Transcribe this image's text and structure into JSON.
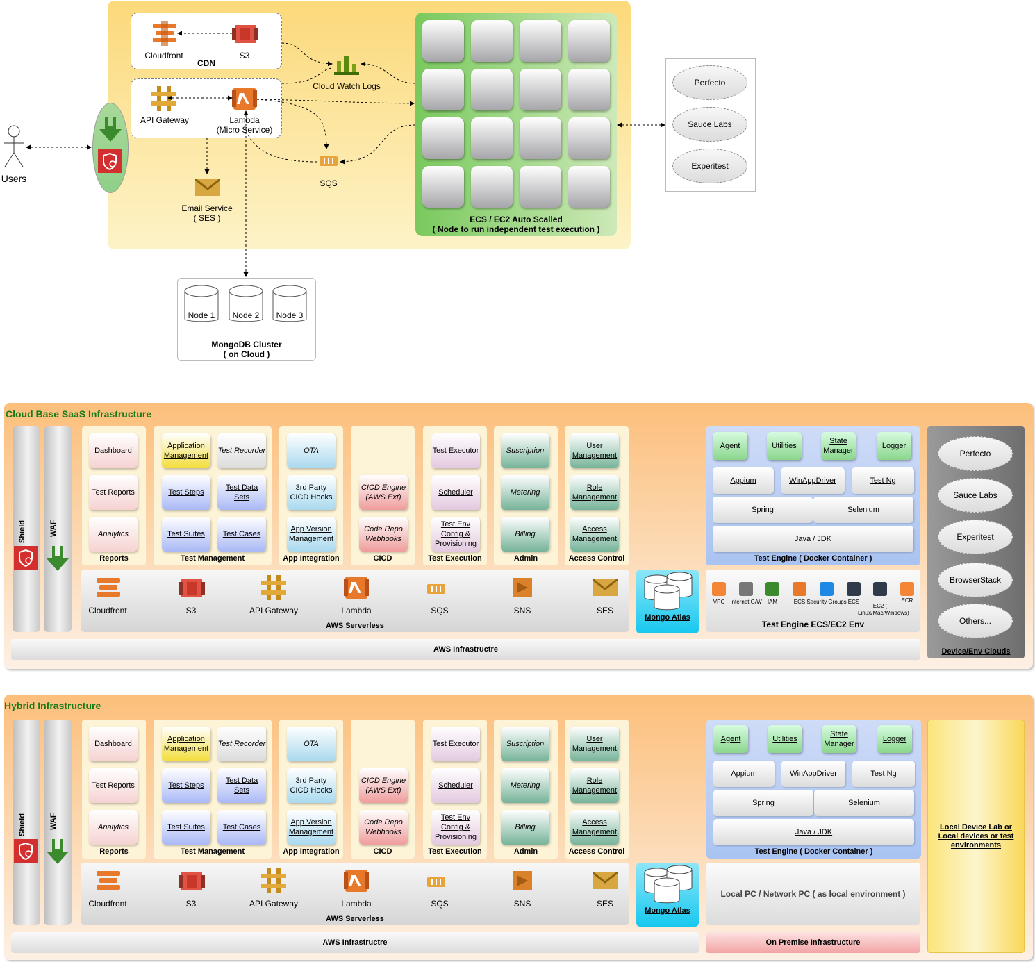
{
  "top": {
    "users": "Users",
    "cloudfront": "Cloudfront",
    "s3": "S3",
    "cdn": "CDN",
    "api_gateway": "API Gateway",
    "lambda": "Lambda\n(Micro Service)",
    "cloudwatch": "Cloud Watch Logs",
    "sqs": "SQS",
    "email": "Email Service\n( SES )",
    "ecs_title": "ECS / EC2 Auto Scalled\n( Node to run independent test execution )",
    "devices": [
      "Perfecto",
      "Sauce Labs",
      "Experitest"
    ],
    "nodes": [
      "Node 1",
      "Node 2",
      "Node 3"
    ],
    "mongo": "MongoDB Cluster\n( on Cloud )"
  },
  "saas": {
    "title": "Cloud Base SaaS Infrastructure",
    "shield": "Shield",
    "waf": "WAF",
    "reports": {
      "label": "Reports",
      "items": [
        "Dashboard",
        "Test Reports",
        "Analytics"
      ]
    },
    "test_mgmt": {
      "label": "Test Management",
      "items": [
        "Application Management",
        "Test Recorder",
        "Test Steps",
        "Test Data Sets",
        "Test Suites",
        "Test Cases"
      ]
    },
    "app_int": {
      "label": "App Integration",
      "items": [
        "OTA",
        "3rd Party CICD Hooks",
        "App Version Management"
      ]
    },
    "cicd": {
      "label": "CICD",
      "items": [
        "CICD Engine (AWS Ext)",
        "Code Repo Webhooks"
      ]
    },
    "test_exec": {
      "label": "Test Execution",
      "items": [
        "Test Executor",
        "Scheduler",
        "Test Env Config & Provisioning"
      ]
    },
    "admin": {
      "label": "Admin",
      "items": [
        "Suscription",
        "Metering",
        "Billing"
      ]
    },
    "access": {
      "label": "Access Control",
      "items": [
        "User Management",
        "Role Management",
        "Access Management"
      ]
    },
    "serverless": {
      "label": "AWS Serverless",
      "items": [
        "Cloudfront",
        "S3",
        "API Gateway",
        "Lambda",
        "SQS",
        "SNS",
        "SES"
      ]
    },
    "mongo": "Mongo Atlas",
    "engine": {
      "label": "Test Engine ( Docker Container )",
      "top": [
        "Agent",
        "Utilities",
        "State Manager",
        "Logger"
      ],
      "mid": [
        "Appium",
        "WinAppDriver",
        "Test Ng"
      ],
      "spring": "Spring",
      "selenium": "Selenium",
      "java": "Java / JDK"
    },
    "ecs_env": {
      "label": "Test Engine ECS/EC2 Env",
      "items": [
        "VPC",
        "Internet G/W",
        "IAM",
        "ECS",
        "Security Groups",
        "ECS",
        "EC2 ( Linux/Mac/Windows)",
        "ECR"
      ]
    },
    "infra": "AWS Infrastructre",
    "device_clouds": {
      "label": "Device/Env Clouds",
      "items": [
        "Perfecto",
        "Sauce Labs",
        "Experitest",
        "BrowserStack",
        "Others..."
      ]
    }
  },
  "hybrid": {
    "title": "Hybrid Infrastructure",
    "local_pc": "Local PC / Network PC ( as local environment )",
    "infra": "AWS Infrastructre",
    "onprem": "On Premise Infrastructure",
    "local_lab": "Local Device Lab or Local devices or test environments"
  },
  "colors": {
    "orange_panel": "#fdc88c",
    "yellow_panel": "#fde9a0",
    "green_ecs": "#a8d99a",
    "engine_blue": "#a9c3f2",
    "mongo_cyan": "#3fd4f4",
    "title_green": "#1a7a1a"
  }
}
